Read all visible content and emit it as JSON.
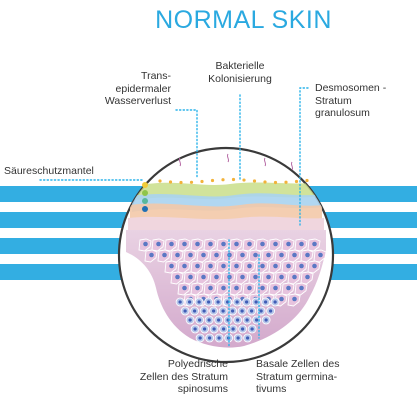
{
  "title": "NORMAL SKIN",
  "colors": {
    "accent": "#2aa9e0",
    "stripe": "#33aee2",
    "dots": "#2bb3ea",
    "label_text": "#333333"
  },
  "labels": {
    "transepidermal": "Trans-\nepidermaler\nWasserverlust",
    "bacterial": "Bakterielle\nKolonisierung",
    "desmosomes": "Desmosomen -\nStratum\ngranulosum",
    "acid_mantle": "Säureschutzmantel",
    "polyhedral": "Polyedrische\nZellen des Stratum\nspinosums",
    "basal": "Basale Zellen des\nStratum germina-\ntivums"
  }
}
